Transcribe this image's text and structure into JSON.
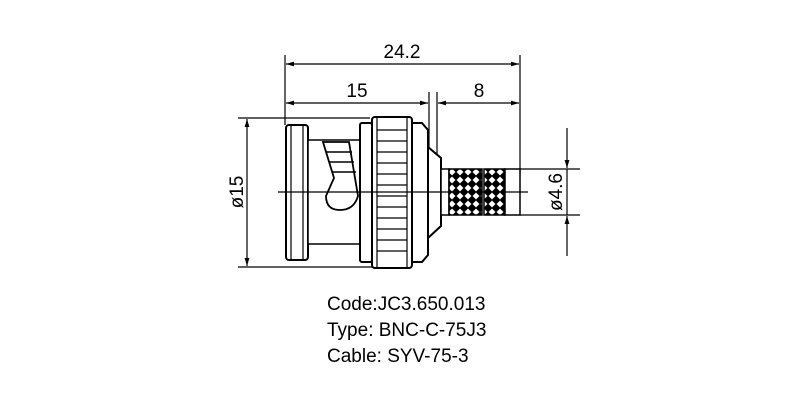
{
  "diagram": {
    "type": "technical-drawing",
    "subject": "BNC crimp connector, side view",
    "dimensions": {
      "overall_length": "24.2",
      "body_length": "15",
      "crimp_length": "8",
      "body_diameter": "ø15",
      "ferrule_diameter": "ø4.6"
    },
    "colors": {
      "line": "#000000",
      "background": "#ffffff"
    }
  },
  "info": {
    "code": "Code:JC3.650.013",
    "type": "Type: BNC-C-75J3",
    "cable": "Cable: SYV-75-3"
  }
}
